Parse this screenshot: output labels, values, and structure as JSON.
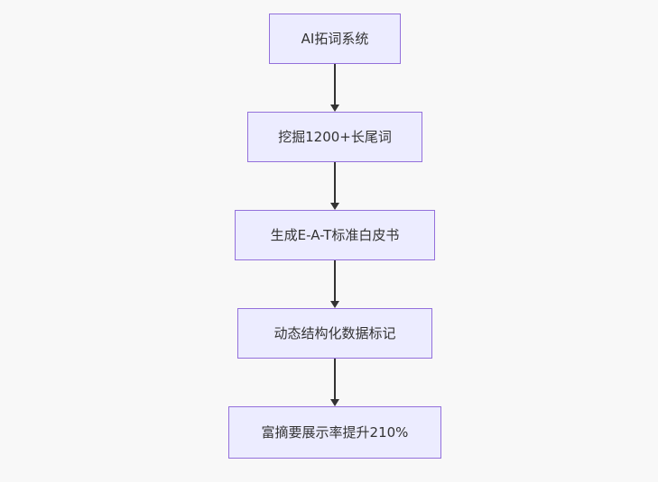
{
  "diagram": {
    "type": "flowchart",
    "direction": "top-down",
    "background": "#f8f8f8",
    "colors": {
      "node_fill": "#ECECFF",
      "node_border": "#9370DB",
      "edge": "#333333",
      "text": "#333333"
    },
    "nodes": [
      {
        "label": "AI拓词系统"
      },
      {
        "label": "挖掘1200+长尾词"
      },
      {
        "label": "生成E-A-T标准白皮书"
      },
      {
        "label": "动态结构化数据标记"
      },
      {
        "label": "富摘要展示率提升210%"
      }
    ],
    "edges": [
      {
        "from": 0,
        "to": 1
      },
      {
        "from": 1,
        "to": 2
      },
      {
        "from": 2,
        "to": 3
      },
      {
        "from": 3,
        "to": 4
      }
    ]
  }
}
